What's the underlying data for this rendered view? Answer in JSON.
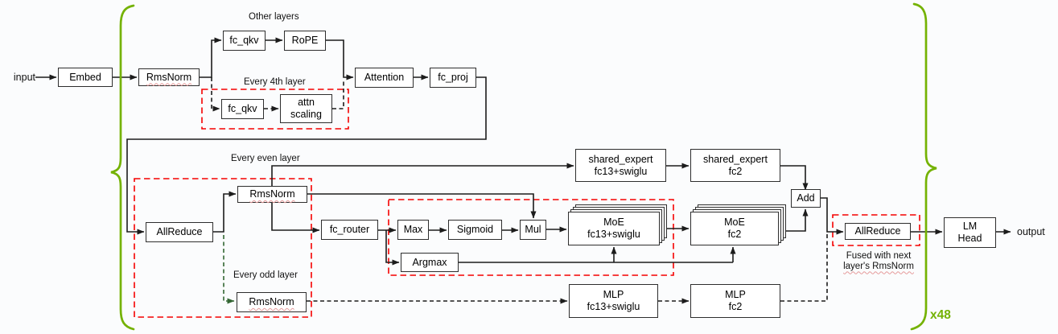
{
  "diagram": {
    "io": {
      "input": "input",
      "output": "output"
    },
    "nodes": {
      "embed": "Embed",
      "rmsnorm_attn": "RmsNorm",
      "fc_qkv_other": "fc_qkv",
      "rope": "RoPE",
      "fc_qkv_4th": "fc_qkv",
      "attn_scaling_1": "attn",
      "attn_scaling_2": "scaling",
      "attention": "Attention",
      "fc_proj": "fc_proj",
      "allreduce_left": "AllReduce",
      "rmsnorm_moe": "RmsNorm",
      "fc_router": "fc_router",
      "max": "Max",
      "sigmoid": "Sigmoid",
      "mul": "Mul",
      "argmax": "Argmax",
      "moe_fc13_1": "MoE",
      "moe_fc13_2": "fc13+swiglu",
      "moe_fc2_1": "MoE",
      "moe_fc2_2": "fc2",
      "shared_fc13_1": "shared_expert",
      "shared_fc13_2": "fc13+swiglu",
      "shared_fc2_1": "shared_expert",
      "shared_fc2_2": "fc2",
      "add": "Add",
      "allreduce_right": "AllReduce",
      "lm_head_1": "LM",
      "lm_head_2": "Head",
      "rmsnorm_odd": "RmsNorm",
      "mlp_fc13_1": "MLP",
      "mlp_fc13_2": "fc13+swiglu",
      "mlp_fc2_1": "MLP",
      "mlp_fc2_2": "fc2"
    },
    "annotations": {
      "other_layers": "Other layers",
      "every_4th": "Every 4th layer",
      "every_even": "Every even layer",
      "every_odd": "Every odd layer",
      "fused_1": "Fused with next",
      "fused_2": "layer's RmsNorm",
      "repeat": "x48"
    },
    "colors": {
      "brace_green": "#74b202",
      "odd_path_green": "#336633",
      "highlight_red": "#f50000"
    }
  }
}
